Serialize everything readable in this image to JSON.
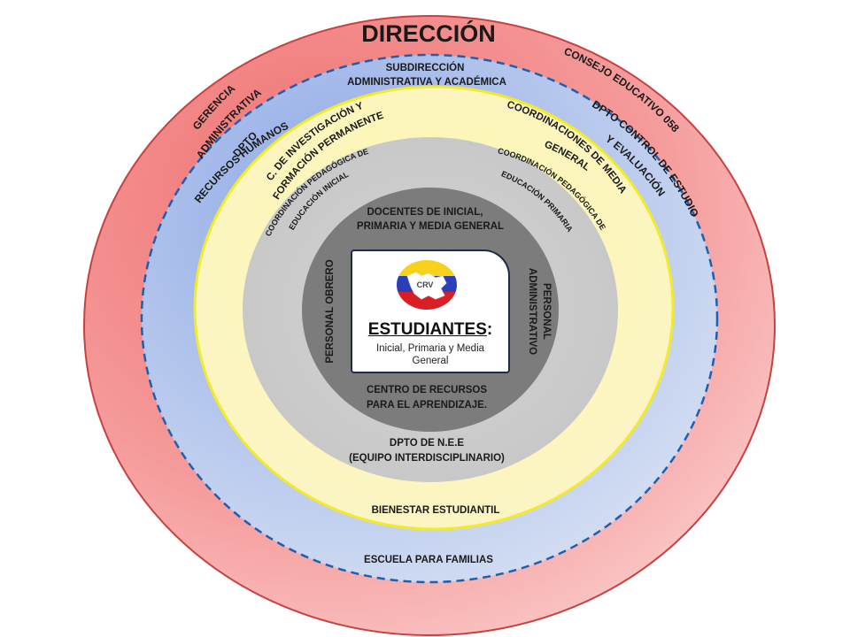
{
  "colors": {
    "outer_ring": "#f48b8b",
    "blue_ring": "#a9c0ea",
    "yellow_ring": "#fbf3a0",
    "light_gray_ring": "#cfcfcf",
    "dark_gray_ring": "#7c7c7c",
    "dashed_line": "#1f5fb0",
    "yellow_stroke": "#f2ea2a"
  },
  "title": "DIRECCIÓN",
  "outer_ring": {
    "gerencia_line1": "GERENCIA",
    "gerencia_line2": "ADMINISTRATIVA",
    "consejo": "CONSEJO EDUCATIVO  058"
  },
  "blue_ring": {
    "subdireccion_line1": "SUBDIRECCIÓN",
    "subdireccion_line2": "ADMINISTRATIVA Y ACADÉMICA",
    "rrhh_line1": "DPTO",
    "rrhh_line2": "RECURSOS HUMANOS",
    "control_line1": "DPTO CONTROL DE ESTUDIO",
    "control_line2": "Y EVALUACIÓN",
    "escuela": "ESCUELA PARA FAMILIAS"
  },
  "yellow_ring": {
    "investigacion_line1": "C. DE INVESTIGACIÓN Y",
    "investigacion_line2": "FORMACIÓN PERMANENTE",
    "coord_media_line1": "COORDINACIONES DE MEDIA",
    "coord_media_line2": "GENERAL",
    "bienestar": "BIENESTAR ESTUDIANTIL"
  },
  "light_gray_ring": {
    "inicial_line1": "COORDINACIÓN PEDAGÓGICA  DE",
    "inicial_line2": "EDUCACIÓN INICIAL",
    "primaria_line1": "COORDINACIÓN PEDAGÓGICA  DE",
    "primaria_line2": "EDUCACIÓN PRIMARIA",
    "nee_line1": "DPTO DE N.E.E",
    "nee_line2": "(EQUIPO INTERDISCIPLINARIO)"
  },
  "dark_gray_ring": {
    "docentes_line1": "DOCENTES DE INICIAL,",
    "docentes_line2": "PRIMARIA Y MEDIA GENERAL",
    "obrero": "PERSONAL OBRERO",
    "administrativo_line1": "PERSONAL",
    "administrativo_line2": "ADMINISTRATIVO",
    "cra_line1": "CENTRO DE RECURSOS",
    "cra_line2": "PARA EL APRENDIZAJE."
  },
  "center": {
    "logo_text": "CRV",
    "title": "ESTUDIANTES",
    "title_suffix": ":",
    "subtitle": "Inicial, Primaria y Media General"
  }
}
